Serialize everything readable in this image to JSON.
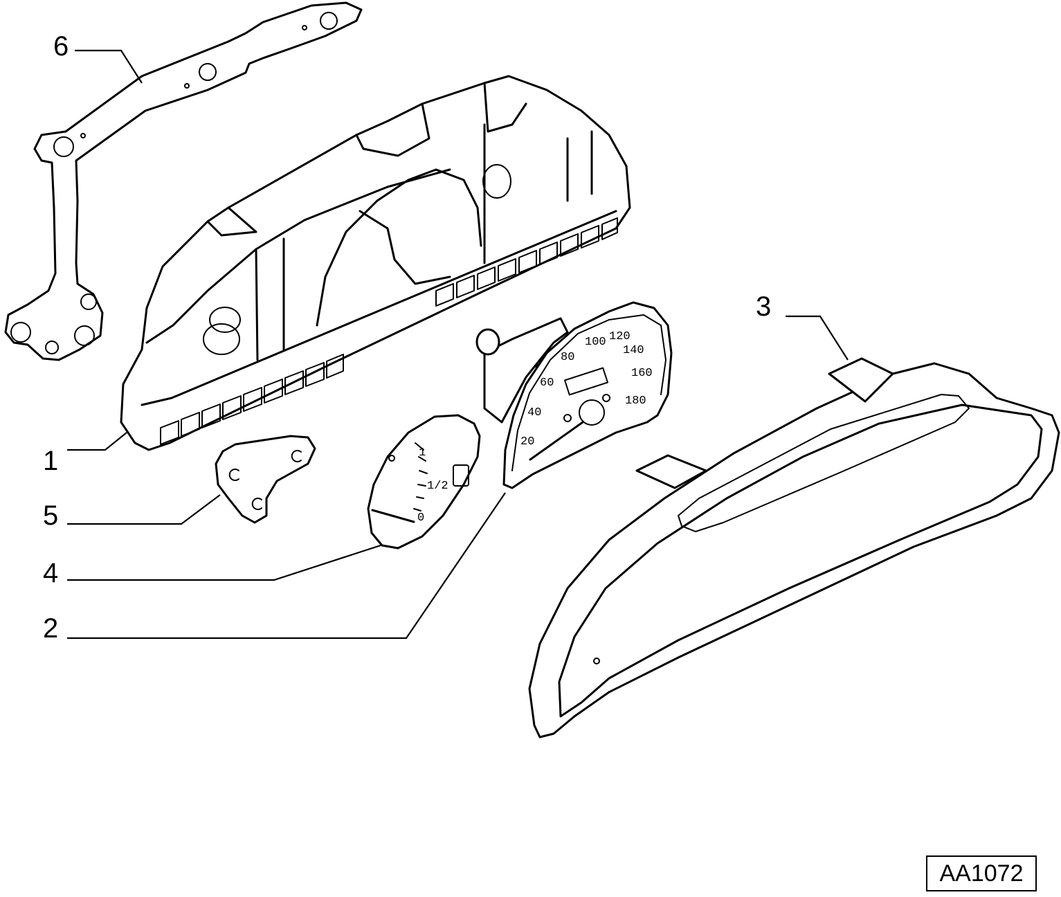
{
  "callouts": [
    {
      "id": "part-1",
      "label": "1"
    },
    {
      "id": "part-2",
      "label": "2"
    },
    {
      "id": "part-3",
      "label": "3"
    },
    {
      "id": "part-4",
      "label": "4"
    },
    {
      "id": "part-5",
      "label": "5"
    },
    {
      "id": "part-6",
      "label": "6"
    }
  ],
  "speedometer_scale": [
    "20",
    "40",
    "60",
    "80",
    "100",
    "120",
    "140",
    "160",
    "180"
  ],
  "fuel_gauge_scale": {
    "full": "1",
    "half": "1/2",
    "empty": "0"
  },
  "drawing_code": "AA1072"
}
